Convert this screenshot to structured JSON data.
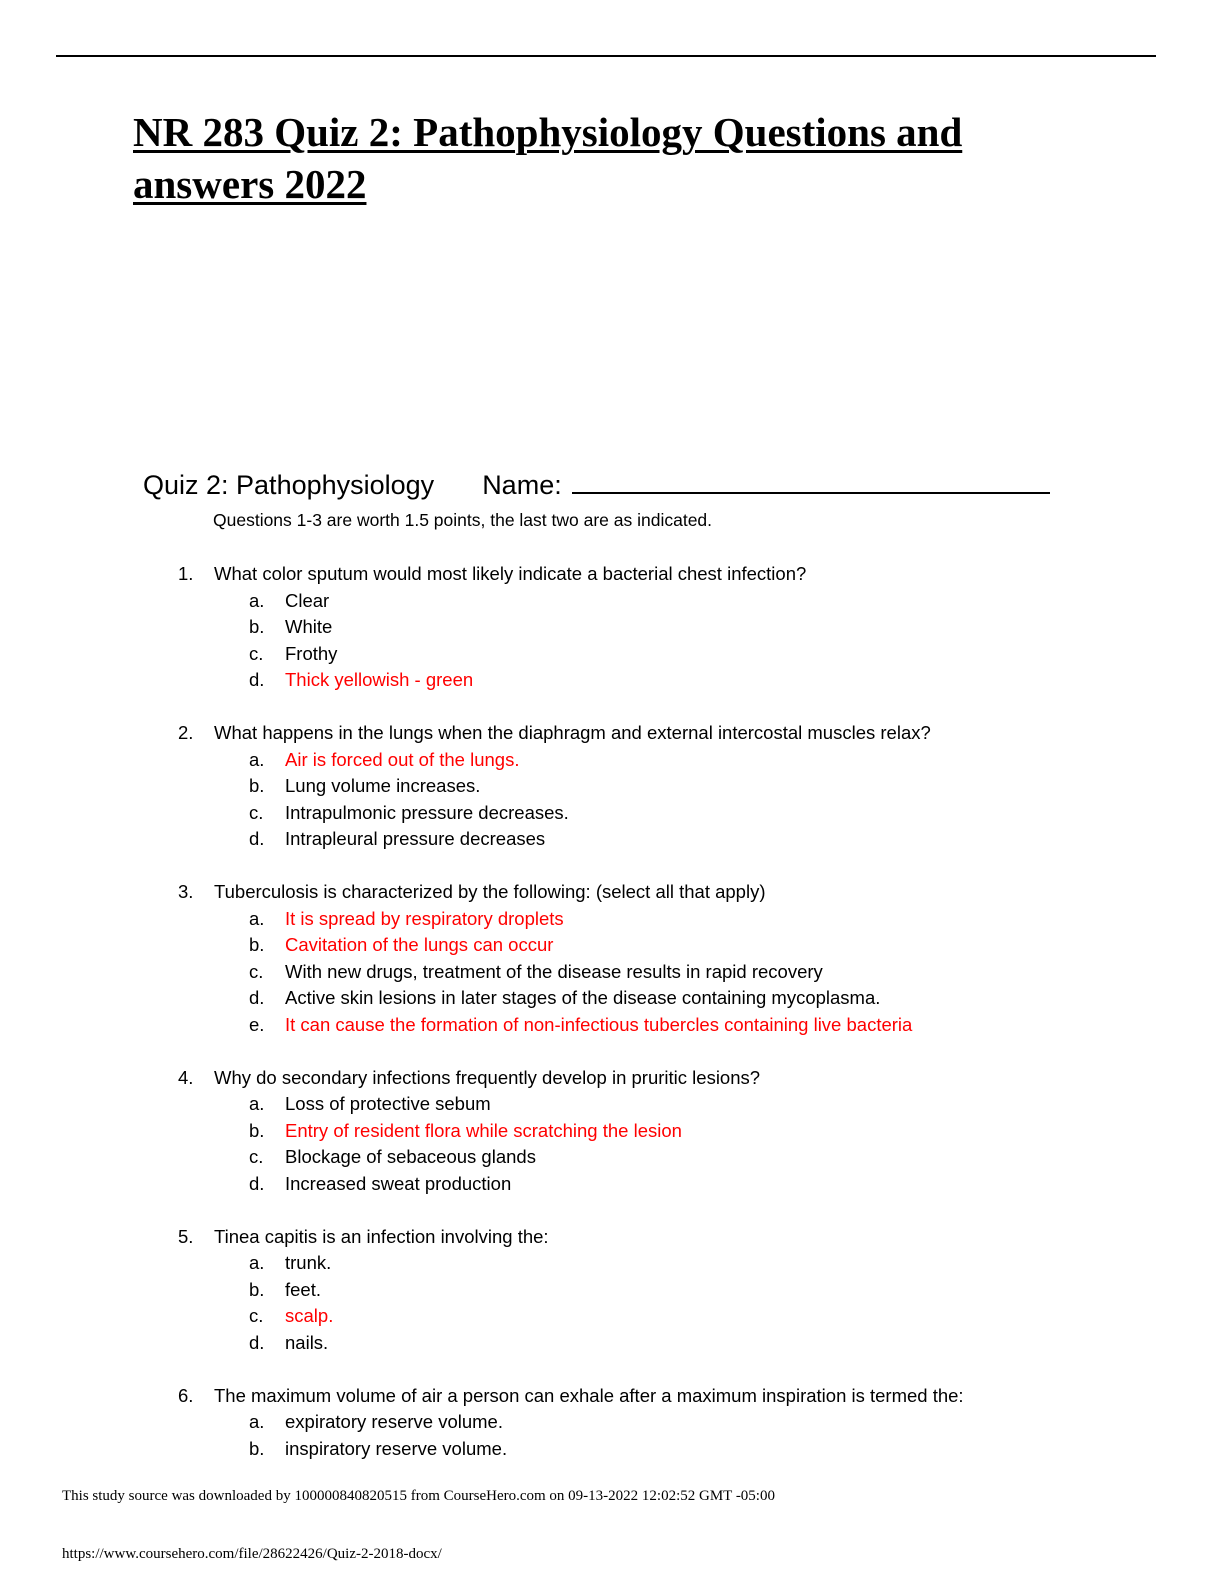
{
  "document": {
    "title": "NR 283 Quiz 2: Pathophysiology Questions and answers 2022",
    "quiz_title": "Quiz 2: Pathophysiology",
    "name_label": "Name:",
    "instructions": "Questions 1-3 are worth 1.5 points, the last two are as indicated.",
    "answer_color": "#ff0000",
    "questions": [
      {
        "number": "1.",
        "text": "What color sputum would most likely indicate a bacterial chest infection?",
        "options": [
          {
            "letter": "a.",
            "text": "Clear",
            "correct": false
          },
          {
            "letter": "b.",
            "text": "White",
            "correct": false
          },
          {
            "letter": "c.",
            "text": "Frothy",
            "correct": false
          },
          {
            "letter": "d.",
            "text": "Thick yellowish - green",
            "correct": true
          }
        ]
      },
      {
        "number": "2.",
        "text": "What happens in the lungs when the diaphragm and external intercostal muscles relax?",
        "options": [
          {
            "letter": "a.",
            "text": "Air is forced out of the lungs.",
            "correct": true
          },
          {
            "letter": "b.",
            "text": "Lung volume increases.",
            "correct": false
          },
          {
            "letter": "c.",
            "text": "Intrapulmonic pressure decreases.",
            "correct": false
          },
          {
            "letter": "d.",
            "text": "Intrapleural pressure decreases",
            "correct": false
          }
        ]
      },
      {
        "number": "3.",
        "text": "Tuberculosis is characterized by the following: (select all that apply)",
        "options": [
          {
            "letter": "a.",
            "text": "It is spread by respiratory droplets",
            "correct": true
          },
          {
            "letter": "b.",
            "text": "Cavitation of the lungs can occur",
            "correct": true
          },
          {
            "letter": "c.",
            "text": "With new drugs, treatment of the disease results in rapid recovery",
            "correct": false
          },
          {
            "letter": "d.",
            "text": "Active skin lesions in later stages of the disease containing mycoplasma.",
            "correct": false
          },
          {
            "letter": "e.",
            "text": "It can cause the formation of non-infectious tubercles containing live bacteria",
            "correct": true
          }
        ]
      },
      {
        "number": "4.",
        "text": "Why do secondary infections frequently develop in pruritic lesions?",
        "options": [
          {
            "letter": "a.",
            "text": "Loss of protective sebum",
            "correct": false
          },
          {
            "letter": "b.",
            "text": "Entry of resident flora while scratching the lesion",
            "correct": true
          },
          {
            "letter": "c.",
            "text": "Blockage of sebaceous glands",
            "correct": false
          },
          {
            "letter": "d.",
            "text": "Increased sweat production",
            "correct": false
          }
        ]
      },
      {
        "number": "5.",
        "text": "Tinea capitis is an infection involving the:",
        "options": [
          {
            "letter": "a.",
            "text": "trunk.",
            "correct": false
          },
          {
            "letter": "b.",
            "text": "feet.",
            "correct": false
          },
          {
            "letter": "c.",
            "text": "scalp.",
            "correct": true
          },
          {
            "letter": "d.",
            "text": "nails.",
            "correct": false
          }
        ]
      },
      {
        "number": "6.",
        "text": "The maximum volume of air a person can exhale after a maximum inspiration is termed the:",
        "options": [
          {
            "letter": "a.",
            "text": "expiratory reserve volume.",
            "correct": false
          },
          {
            "letter": "b.",
            "text": "inspiratory reserve volume.",
            "correct": false
          }
        ]
      }
    ]
  },
  "footer": {
    "source_note": "This study source was downloaded by 100000840820515 from CourseHero.com on 09-13-2022 12:02:52 GMT -05:00",
    "url": "https://www.coursehero.com/file/28622426/Quiz-2-2018-docx/"
  }
}
